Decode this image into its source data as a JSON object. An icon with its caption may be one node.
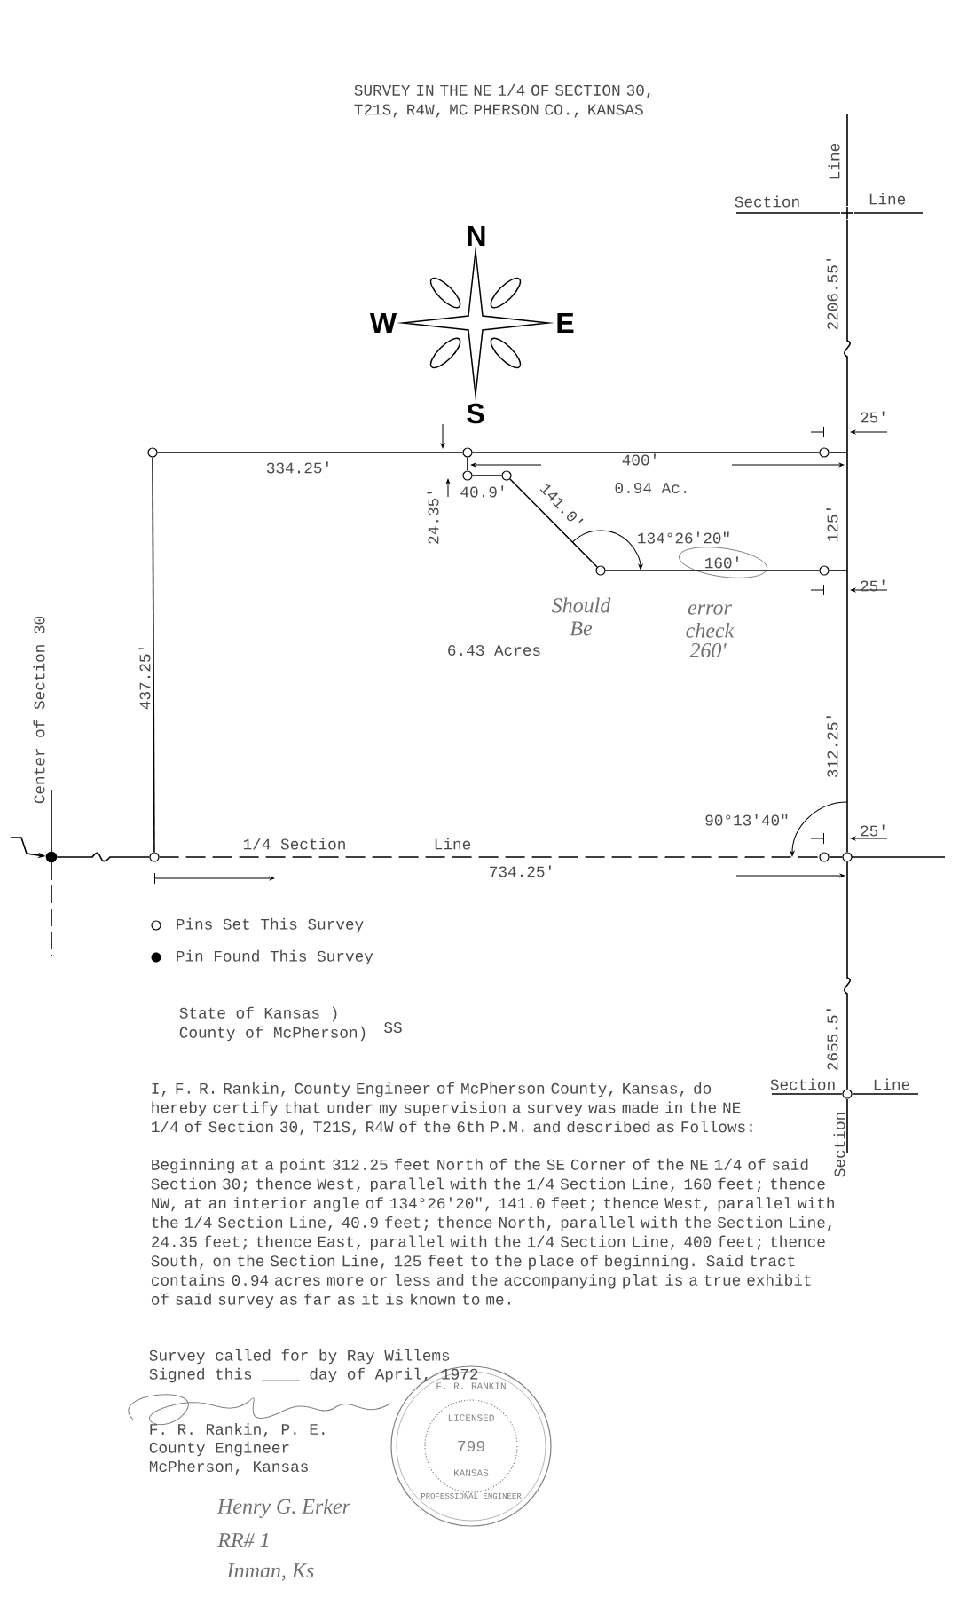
{
  "diagram": {
    "title": "SURVEY IN THE NE 1/4 OF SECTION 30, T21S, R4W, MC PHERSON CO., KANSAS",
    "nodes": [
      {
        "text": [],
        "shape": "cross",
        "beside": [
          "Line",
          "Section",
          "Line"
        ]
      },
      {
        "text": [],
        "shape": "circle"
      },
      {
        "text": [],
        "shape": "circle"
      },
      {
        "text": [],
        "shape": "circle"
      },
      {
        "text": [],
        "shape": "circle"
      },
      {
        "text": [],
        "shape": "circle"
      },
      {
        "text": [],
        "shape": "circle"
      },
      {
        "text": [],
        "shape": "circle"
      },
      {
        "text": [],
        "shape": "dot",
        "beside": [
          "Center of Section 30"
        ]
      },
      {
        "text": [],
        "shape": "circle"
      },
      {
        "text": [],
        "shape": "circle"
      },
      {
        "text": [],
        "shape": "circle"
      },
      {
        "text": [],
        "shape": "circle",
        "beside": [
          "Section",
          "Line",
          "Section"
        ]
      }
    ],
    "edges": [
      {
        "from": null,
        "to": 8,
        "arrow": "to"
      },
      {
        "from": 1,
        "to": 2,
        "arrow": "none"
      },
      {
        "from": 2,
        "to": 3,
        "arrow": "none"
      },
      {
        "from": 2,
        "to": 4,
        "arrow": "none"
      },
      {
        "from": 4,
        "to": 5,
        "arrow": "none"
      },
      {
        "from": 5,
        "to": 6,
        "arrow": "none"
      },
      {
        "from": 6,
        "to": 7,
        "arrow": "none"
      },
      {
        "from": 1,
        "to": 9,
        "arrow": "none"
      },
      {
        "from": 8,
        "to": 9,
        "arrow": "none"
      },
      {
        "from": 9,
        "to": 10,
        "arrow": "none",
        "style": "dashed"
      },
      {
        "from": 10,
        "to": 11,
        "arrow": "none"
      },
      {
        "from": 0,
        "to": 11,
        "arrow": "none"
      },
      {
        "from": 11,
        "to": 12,
        "arrow": "none"
      },
      {
        "from": 3,
        "to": null,
        "arrow": "none"
      },
      {
        "from": 7,
        "to": null,
        "arrow": "none"
      }
    ],
    "labels": [
      "N",
      "W",
      "E",
      "S",
      "2206.55'",
      "25'",
      "334.25'",
      "400'",
      "40.9'",
      "0.94 Ac.",
      "24.35'",
      "141.0'",
      "134°26'20\"",
      "160'",
      "125'",
      "25'",
      "Should Be",
      "error check",
      "6.43 Acres",
      "260'",
      "437.25'",
      "312.25'",
      "90°13'40\"",
      "25'",
      "1/4 Section",
      "Line",
      "734.25'",
      "State of Kansas )",
      "County of McPherson)",
      "SS",
      "2655.5'",
      "I, F. R. Rankin, County Engineer of McPherson County, Kansas, do hereby certify that under my supervision a survey was made in the NE 1/4 of Section 30, T21S, R4W of the 6th P.M. and described as Follows:",
      "Beginning at a point 312.25 feet North of the SE Corner of the NE 1/4 of said Section 30; thence West, parallel with the 1/4 Section Line, 160 feet; thence NW, at an interior angle of 134°26'20\", 141.0 feet; thence West, parallel with the 1/4 Section Line, 40.9 feet; thence North, parallel with the Section Line, 24.35 feet; thence East, parallel with the 1/4 Section Line, 400 feet; thence South, on the Section Line, 125 feet to the place of beginning. Said tract contains 0.94 acres more or less and the accompanying plat is a true exhibit of said survey as far as it is known to me.",
      "Survey called for by Ray Willems",
      "Signed this ____ day of April, 1972",
      "F. R. Rankin, P. E.",
      "County Engineer",
      "McPherson, Kansas",
      "F. R. RANKIN",
      "LICENSED",
      "799",
      "KANSAS",
      "PROFESSIONAL ENGINEER",
      "Henry G. Erker",
      "RR# 1",
      "Inman, Ks"
    ],
    "legend": [
      {
        "text": "Pins Set This Survey"
      },
      {
        "text": "Pin Found This Survey"
      }
    ]
  }
}
